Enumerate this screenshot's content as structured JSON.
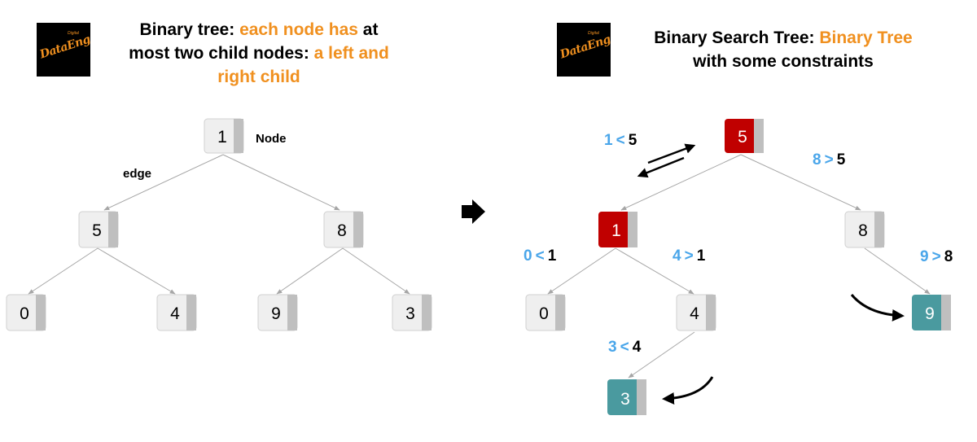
{
  "left": {
    "logo_text": "DataEng",
    "title_line1_a": "Binary tree: ",
    "title_line1_b": "each node has",
    "title_line1_c": " at",
    "title_line2_a": "most two child nodes: ",
    "title_line2_b": "a left and",
    "title_line3": "right child",
    "node_label": "Node",
    "edge_label": "edge",
    "nodes": [
      "1",
      "5",
      "8",
      "0",
      "4",
      "9",
      "3"
    ]
  },
  "right": {
    "logo_text": "DataEng",
    "title_line1_a": "Binary Search Tree: ",
    "title_line1_b": "Binary Tree",
    "title_line2": "with some constraints",
    "nodes": [
      "5",
      "1",
      "8",
      "0",
      "4",
      "9",
      "3"
    ],
    "comparisons": [
      {
        "a": "1",
        "op": "<",
        "b": "5"
      },
      {
        "a": "8",
        "op": ">",
        "b": "5"
      },
      {
        "a": "0",
        "op": "<",
        "b": "1"
      },
      {
        "a": "4",
        "op": ">",
        "b": "1"
      },
      {
        "a": "9",
        "op": ">",
        "b": "8"
      },
      {
        "a": "3",
        "op": "<",
        "b": "4"
      }
    ]
  },
  "colors": {
    "orange": "#f0901f",
    "blue": "#4aa6ea",
    "red_node": "#c00000",
    "teal_node": "#4a9a9f",
    "grey_node": "#efefef",
    "node_tab": "#bfbfbf"
  }
}
